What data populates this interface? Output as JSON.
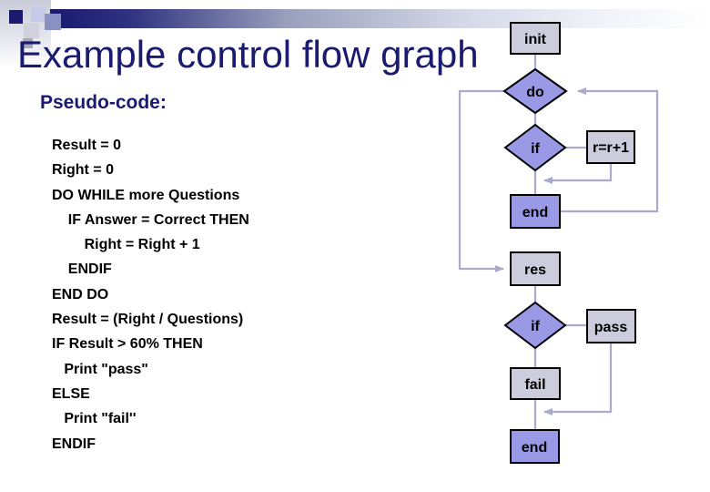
{
  "slide": {
    "title": "Example control flow graph",
    "heading": "Pseudo-code:",
    "code_lines": [
      "Result = 0",
      "Right = 0",
      "DO WHILE more Questions",
      "    IF Answer = Correct THEN",
      "        Right = Right + 1",
      "    ENDIF",
      "END DO",
      "Result = (Right / Questions)",
      "IF Result > 60% THEN",
      "   Print \"pass\"",
      "ELSE",
      "   Print \"fail''",
      "ENDIF"
    ]
  },
  "flowchart": {
    "nodes": {
      "init": "init",
      "do_loop": "do",
      "if1": "if",
      "r_inc": "r=r+1",
      "end1": "end",
      "res": "res",
      "if2": "if",
      "pass": "pass",
      "fail": "fail",
      "end2": "end"
    }
  },
  "colors": {
    "title_navy": "#191a70",
    "diamond_fill": "#9999e6",
    "light_box_fill": "#ccccdd",
    "purple_box_fill": "#9999e6",
    "connector": "#aaaacc",
    "border": "#000000"
  }
}
